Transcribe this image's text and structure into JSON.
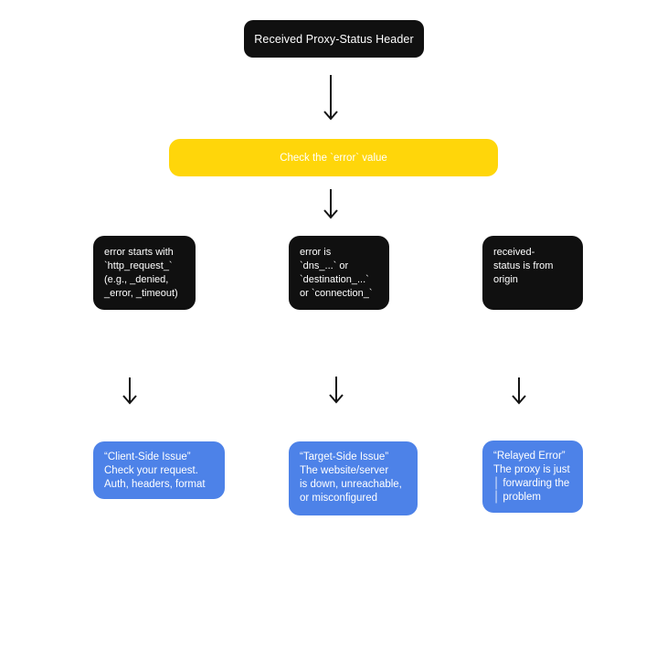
{
  "colors": {
    "background": "#ffffff",
    "start_node": "#101010",
    "decision_node": "#FFD60A",
    "condition_node": "#101010",
    "outcome_node": "#4D82E8",
    "node_text": "#ffffff",
    "arrow": "#141414"
  },
  "flowchart": {
    "start": {
      "label": "Received Proxy-Status Header"
    },
    "decision": {
      "label": "Check the `error` value"
    },
    "branches": [
      {
        "condition": "error starts with\n`http_request_`\n(e.g., _denied,\n_error, _timeout)",
        "outcome": "“Client-Side Issue”\nCheck your request.\nAuth, headers, format"
      },
      {
        "condition": "error is\n`dns_...` or\n`destination_...`\nor `connection_`",
        "outcome": "“Target-Side Issue”\nThe website/server\nis down, unreachable,\nor misconfigured"
      },
      {
        "condition": "received-\nstatus is from\norigin",
        "outcome": "“Relayed Error”\nThe proxy is just\n│ forwarding the\n│ problem"
      }
    ]
  }
}
